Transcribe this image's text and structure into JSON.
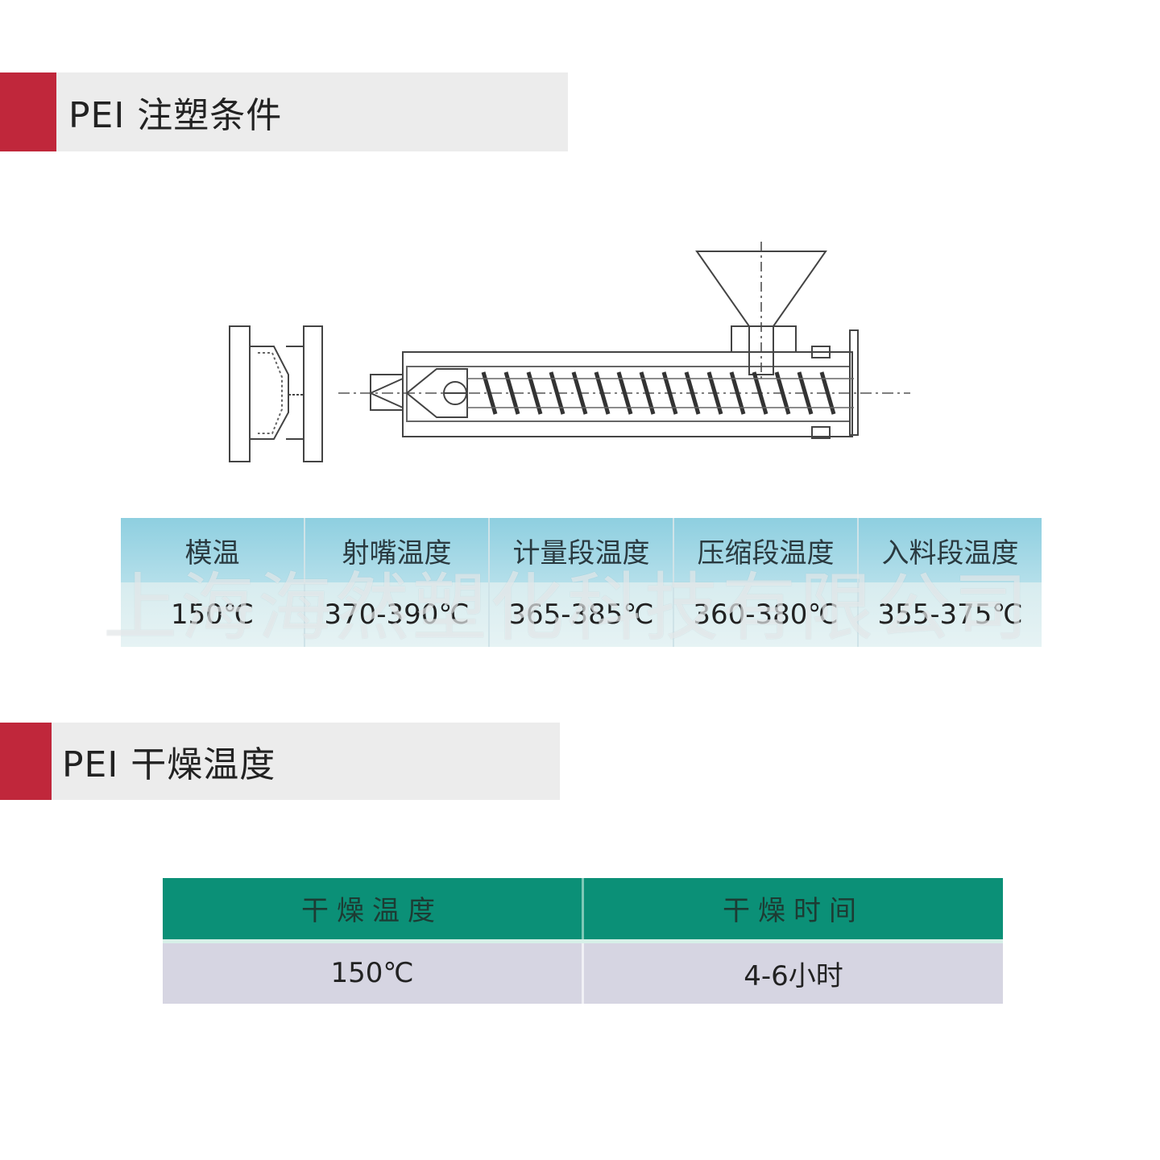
{
  "section1": {
    "title": "PEI 注塑条件"
  },
  "injection_table": {
    "headers": [
      "模温",
      "射嘴温度",
      "计量段温度",
      "压缩段温度",
      "入料段温度"
    ],
    "values": [
      "150℃",
      "370-390℃",
      "365-385℃",
      "360-380℃",
      "355-375℃"
    ]
  },
  "watermark": "上海海然塑化科技有限公司",
  "section2": {
    "title": "PEI 干燥温度"
  },
  "drying_table": {
    "headers": [
      "干燥温度",
      "干燥时间"
    ],
    "values": [
      "150℃",
      "4-6小时"
    ]
  },
  "colors": {
    "accent_red": "#c0273b",
    "header_band": "#ececec",
    "table1_header": "#8ecfe0",
    "table2_header": "#0b9077",
    "table2_body": "#d6d5e2"
  }
}
